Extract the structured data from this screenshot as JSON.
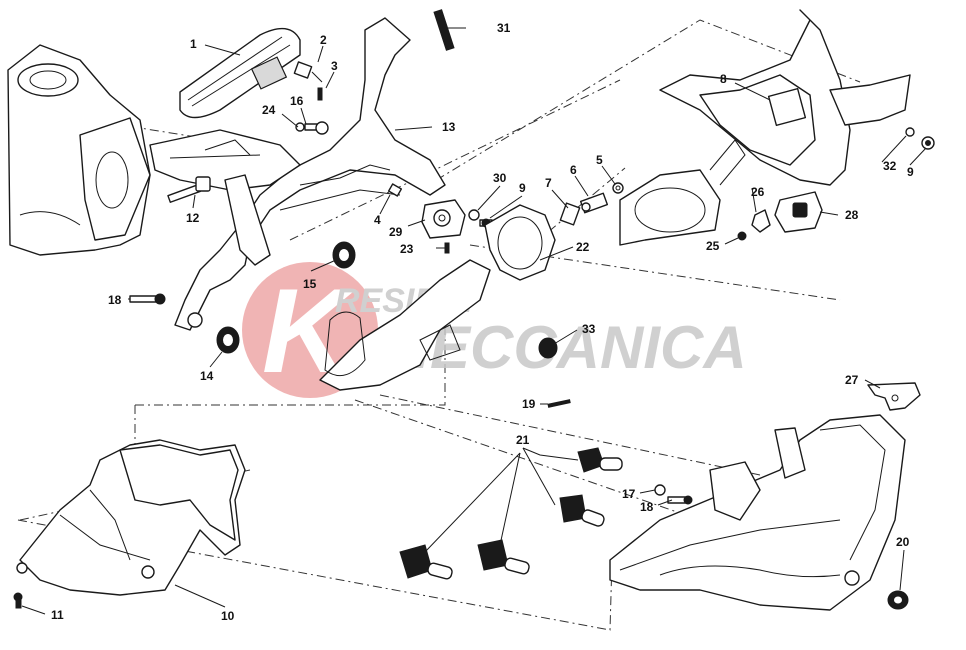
{
  "diagram": {
    "watermark": {
      "line1": "RESIDUI",
      "line2": "MECCANICA",
      "logo_letter": "K",
      "disc_color": "#e88a8a",
      "text_color": "#c8c8c8"
    },
    "callouts": {
      "c1": "1",
      "c2": "2",
      "c3": "3",
      "c4": "4",
      "c5": "5",
      "c6": "6",
      "c7": "7",
      "c8": "8",
      "c9a": "9",
      "c9b": "9",
      "c10": "10",
      "c11": "11",
      "c12": "12",
      "c13": "13",
      "c14": "14",
      "c15": "15",
      "c16": "16",
      "c17": "17",
      "c18a": "18",
      "c18b": "18",
      "c19": "19",
      "c20": "20",
      "c21": "21",
      "c22": "22",
      "c23": "23",
      "c24": "24",
      "c25": "25",
      "c26": "26",
      "c27": "27",
      "c28": "28",
      "c29": "29",
      "c30": "30",
      "c31": "31",
      "c32": "32",
      "c33": "33"
    }
  }
}
